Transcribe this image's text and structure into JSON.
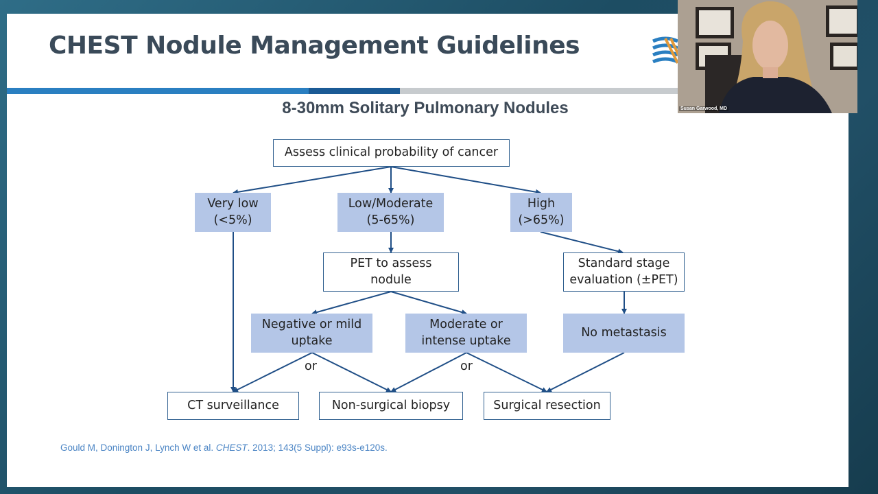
{
  "slide": {
    "title": "CHEST Nodule Management Guidelines",
    "subtitle": "8-30mm Solitary Pulmonary Nodules",
    "citation": {
      "authors": "Gould M, Donington J, Lynch W et al. ",
      "journal": "CHEST",
      "details": ". 2013; 143(5 Suppl): e93s-e120s."
    }
  },
  "flowchart": {
    "assess": "Assess clinical probability of cancer",
    "very_low": "Very low\n(<5%)",
    "low_moderate": "Low/Moderate\n(5-65%)",
    "high": "High\n(>65%)",
    "pet": "PET to assess\nnodule",
    "staging": "Standard stage\nevaluation (±PET)",
    "negative": "Negative or mild\nuptake",
    "moderate": "Moderate or\nintense uptake",
    "no_metastasis": "No metastasis",
    "ct": "CT surveillance",
    "biopsy": "Non-surgical biopsy",
    "resection": "Surgical resection",
    "or_1": "or",
    "or_2": "or"
  },
  "webcam": {
    "presenter": "Susan Garwood, MD"
  },
  "colors": {
    "accent_blue": "#2a7fc1",
    "dark_blue": "#1a5a95",
    "box_fill": "#b4c6e7",
    "arrow": "#1f4e86",
    "citation": "#4a84c4"
  }
}
